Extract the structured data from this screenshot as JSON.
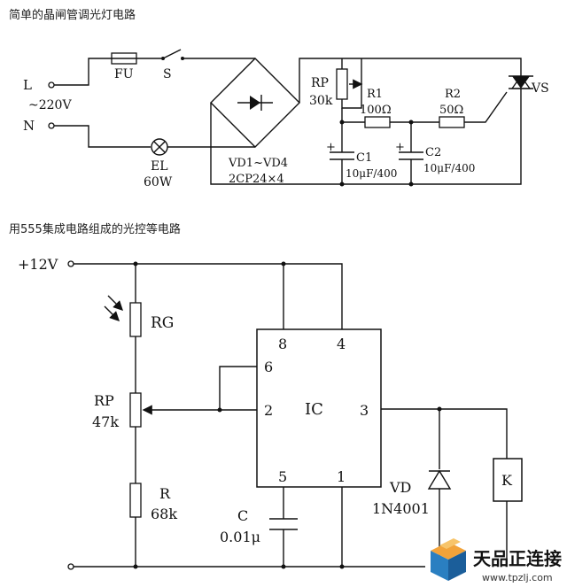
{
  "titles": {
    "circuit1": "简单的晶闸管调光灯电路",
    "circuit2": "用555集成电路组成的光控等电路"
  },
  "circuit1": {
    "terminal_L": "L",
    "terminal_N": "N",
    "voltage": "~220V",
    "fuse": "FU",
    "switch": "S",
    "lamp_name": "EL",
    "lamp_power": "60W",
    "bridge_name": "VD1~VD4",
    "bridge_part": "2CP24×4",
    "rp_name": "RP",
    "rp_value": "30k",
    "r1_name": "R1",
    "r1_value": "100Ω",
    "r2_name": "R2",
    "r2_value": "50Ω",
    "c1_name": "C1",
    "c1_value": "10μF/400",
    "c2_name": "C2",
    "c2_value": "10μF/400",
    "triac": "VS",
    "plus1": "+",
    "plus2": "+"
  },
  "circuit2": {
    "supply": "+12V",
    "rg": "RG",
    "rp_name": "RP",
    "rp_value": "47k",
    "r_name": "R",
    "r_value": "68k",
    "c_name": "C",
    "c_value": "0.01μ",
    "ic": "IC",
    "pin8": "8",
    "pin4": "4",
    "pin6": "6",
    "pin2": "2",
    "pin3": "3",
    "pin5": "5",
    "pin1": "1",
    "vd_name": "VD",
    "vd_part": "1N4001",
    "relay": "K"
  },
  "watermark": {
    "brand": "天品正连接",
    "url": "www.tpzlj.com"
  }
}
